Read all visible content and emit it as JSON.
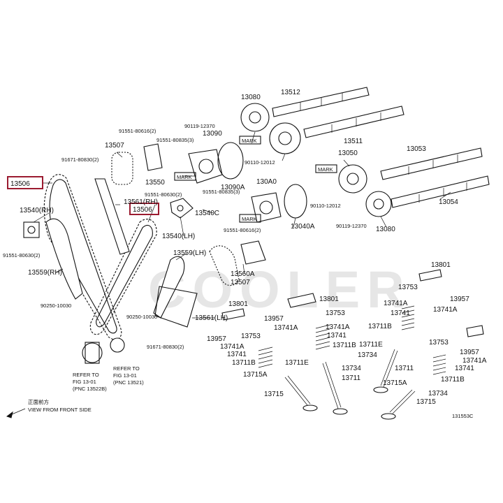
{
  "watermark": "COOLER",
  "diagram_code": "131553C",
  "front_label_cjk": "正面前方",
  "front_label": "VIEW FROM FRONT SIDE",
  "mark_label": "MARK",
  "highlighted_parts": [
    "13506",
    "13506"
  ],
  "refer_labels": {
    "left_1": "REFER TO",
    "left_2": "FIG 13-01",
    "left_3": "(PNC 13522B)",
    "right_1": "REFER TO",
    "right_2": "FIG 13-01",
    "right_3": "(PNC 13521)"
  },
  "callouts": [
    "13080",
    "13512",
    "13511",
    "13050",
    "13053",
    "13054",
    "13080",
    "13090",
    "13507",
    "13550",
    "13561(RH)",
    "13540C",
    "13540(RH)",
    "13540(LH)",
    "13559(RH)",
    "13559(LH)",
    "13561(LH)",
    "13560A",
    "13507",
    "13090A",
    "130A0",
    "13040A",
    "90119-12370",
    "90119-12370",
    "90110-12012",
    "90110-12012",
    "91551-80616(2)",
    "91551-80835(3)",
    "91671-80830(2)",
    "91551-80630(2)",
    "91551-80835(3)",
    "91551-80616(2)",
    "91551-80630(2)",
    "90250-10030",
    "90250-10030",
    "91671-80830(2)",
    "13801",
    "13801",
    "13801",
    "13753",
    "13753",
    "13753",
    "13753",
    "13957",
    "13957",
    "13957",
    "13957",
    "13741A",
    "13741A",
    "13741A",
    "13741A",
    "13741A",
    "13741A",
    "13741",
    "13741",
    "13741",
    "13711B",
    "13711B",
    "13711B",
    "13711B",
    "13711E",
    "13711E",
    "13734",
    "13734",
    "13734",
    "13711",
    "13711",
    "13715A",
    "13715A",
    "13715",
    "13715",
    "13741"
  ]
}
